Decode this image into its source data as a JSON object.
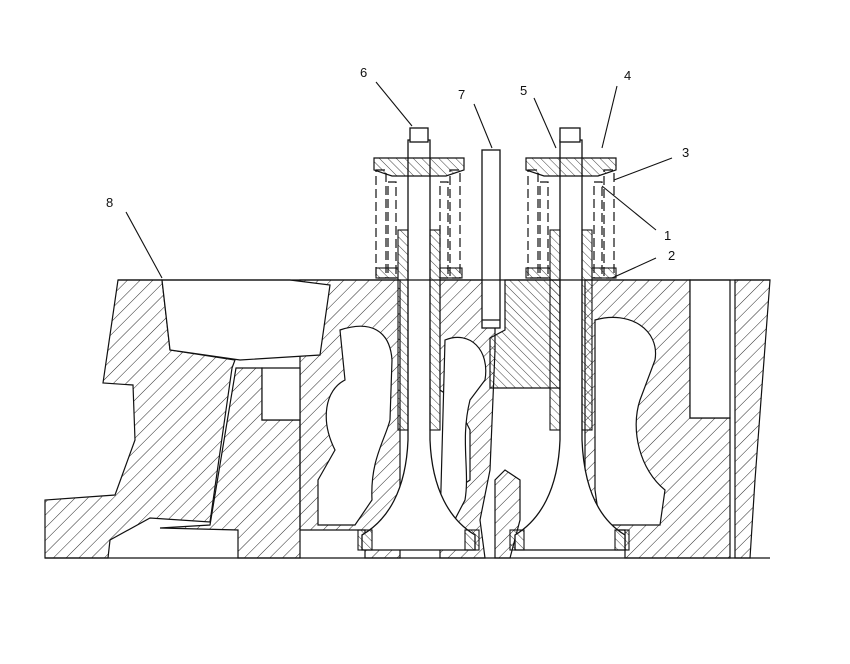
{
  "callouts": [
    {
      "id": "1",
      "text": "1"
    },
    {
      "id": "2",
      "text": "2"
    },
    {
      "id": "3",
      "text": "3"
    },
    {
      "id": "4",
      "text": "4"
    },
    {
      "id": "5",
      "text": "5"
    },
    {
      "id": "6",
      "text": "6"
    },
    {
      "id": "7",
      "text": "7"
    },
    {
      "id": "8",
      "text": "8"
    }
  ],
  "colors": {
    "line": "#111111",
    "background": "#ffffff"
  }
}
